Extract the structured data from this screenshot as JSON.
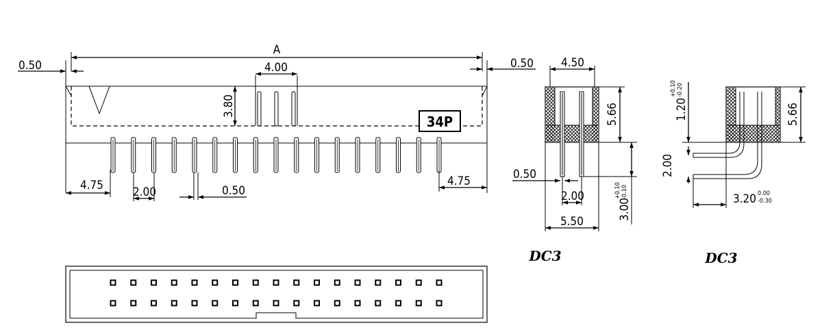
{
  "front_view": {
    "dim_overall": "A",
    "dim_left_offset": "0.50",
    "dim_right_offset": "0.50",
    "dim_key_width": "4.00",
    "dim_body_height": "3.80",
    "dim_left_end": "4.75",
    "dim_pitch": "2.00",
    "dim_pin_width": "0.50",
    "dim_right_end": "4.75",
    "pin_count_label": "34P"
  },
  "side_view_straight": {
    "dim_top_width": "4.50",
    "dim_height": "5.66",
    "dim_pin_width": "0.50",
    "dim_pitch": "2.00",
    "dim_base_width": "5.50",
    "dim_pin_length": "3.00",
    "dim_pin_length_tol_upper": "+0.10",
    "dim_pin_length_tol_lower": "-0.10",
    "label": "DC3"
  },
  "side_view_right_angle": {
    "dim_top_offset": "1.20",
    "dim_top_offset_tol_upper": "+0.10",
    "dim_top_offset_tol_lower": "-0.20",
    "dim_height": "5.66",
    "dim_pitch": "2.00",
    "dim_bend": "3.20",
    "dim_bend_tol_upper": "0.00",
    "dim_bend_tol_lower": "-0.30",
    "label": "DC3"
  },
  "bottom_view": {
    "pins_per_row": 17,
    "rows": 2
  },
  "colors": {
    "ink": "#000000",
    "paper": "#ffffff"
  }
}
